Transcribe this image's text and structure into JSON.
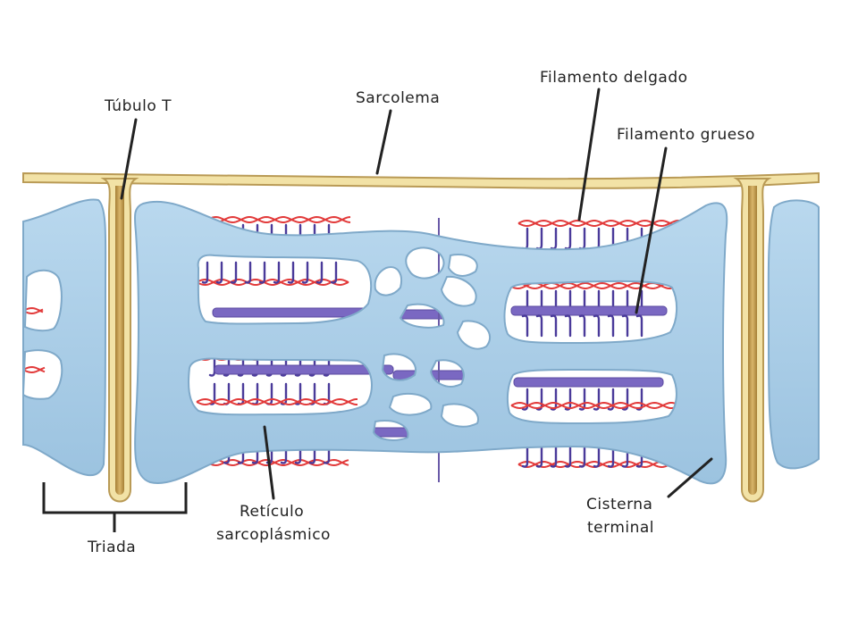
{
  "labels": {
    "t_tubule": "Túbulo T",
    "sarcolemma": "Sarcolema",
    "thin_filament": "Filamento delgado",
    "thick_filament": "Filamento grueso",
    "sr_line1": "Retículo",
    "sr_line2": "sarcoplásmico",
    "cistern_line1": "Cisterna",
    "cistern_line2": "terminal",
    "triad": "Triada"
  },
  "colors": {
    "reticulum": "#a9cde6",
    "reticulum_edge": "#7fa9c9",
    "t_tubule_fill": "#c9a45a",
    "membrane": "#f2e2a6",
    "membrane_edge": "#b99a55",
    "thin_filament": "#e23a3a",
    "thick_filament": "#7a68c2",
    "myosin_head": "#4a3a9a"
  }
}
